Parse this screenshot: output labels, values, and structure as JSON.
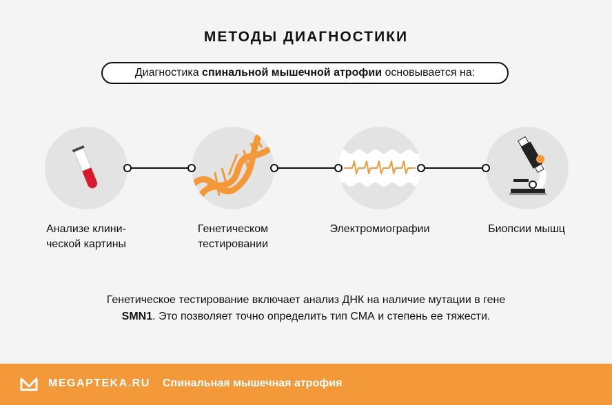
{
  "title": "МЕТОДЫ ДИАГНОСТИКИ",
  "intro": {
    "prefix": "Диагностика ",
    "bold": "спинальной мышечной атрофии",
    "suffix": " основывается на:"
  },
  "methods": [
    {
      "line1": "Анализе клини-",
      "line2": "ческой картины",
      "icon": "test-tube-icon"
    },
    {
      "line1": "Генетическом",
      "line2": "тестировании",
      "icon": "dna-icon"
    },
    {
      "line1": "Электромиографии",
      "line2": "",
      "icon": "emg-wave-icon"
    },
    {
      "line1": "Биопсии мышц",
      "line2": "",
      "icon": "microscope-icon"
    }
  ],
  "description": {
    "line1": "Генетическое тестирование включает анализ ДНК на наличие мутации в гене",
    "bold": "SMN1",
    "line2": ". Это позволяет точно определить тип СМА и степень ее тяжести."
  },
  "footer": {
    "brand": "MEGAPTEKA.RU",
    "title": "Спинальная мышечная атрофия"
  },
  "colors": {
    "accent": "#f4993a",
    "circle": "#e3e3e3",
    "red": "#d81b2c"
  }
}
